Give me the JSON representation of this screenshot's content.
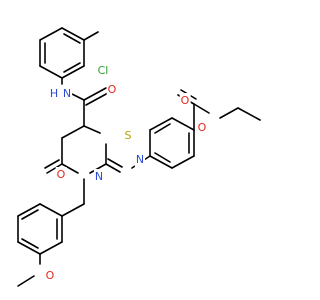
{
  "molecule": {
    "atoms": {
      "cl": {
        "text": "Cl",
        "color": "#2e9d2e"
      },
      "n_amide": {
        "text": "N",
        "color": "#2b4bd8"
      },
      "h_amide": {
        "text": "H",
        "color": "#2b4bd8"
      },
      "o_amide": {
        "text": "O",
        "color": "#e8261b"
      },
      "s_ring": {
        "text": "S",
        "color": "#b8a000"
      },
      "n_ring": {
        "text": "N",
        "color": "#2b4bd8"
      },
      "n_imine": {
        "text": "N",
        "color": "#2b4bd8"
      },
      "o_ring": {
        "text": "O",
        "color": "#e8261b"
      },
      "o_ester_carbonyl": {
        "text": "O",
        "color": "#e8261b"
      },
      "o_ester": {
        "text": "O",
        "color": "#e8261b"
      },
      "o_methoxy": {
        "text": "O",
        "color": "#e8261b"
      }
    },
    "bond_color": "#000000"
  }
}
